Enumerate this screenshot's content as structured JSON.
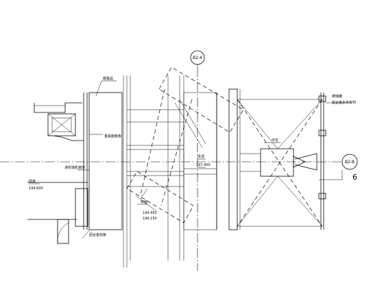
{
  "axis_tags": {
    "top": "B2-4",
    "right": "B2-B"
  },
  "labels": {
    "upper_plate": "嵌装品",
    "metal_panel": "金属面板板",
    "curtain_wall_mix": "滑形墙机装饰",
    "foyer": "前室",
    "foyer_elev": "194.600",
    "bottom_left": "固合金扣板",
    "ceiling_upper": "吊顶",
    "ceiling_elev": "197.450",
    "bottom_mid": "库面",
    "bottom_elev1": "194.450",
    "bottom_elev2": "194.150",
    "center_void": "中空",
    "right_glass": "玻璃棚",
    "right_alloy": "铝合金水平板材",
    "big_number": "6"
  },
  "colors": {
    "line": "#000000",
    "background": "#ffffff"
  }
}
